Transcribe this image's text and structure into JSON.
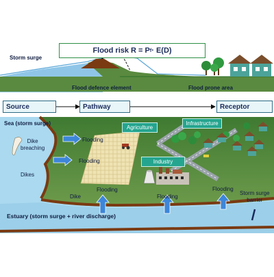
{
  "top_panel": {
    "formula_prefix": "Flood risk R = P",
    "formula_sub": "f",
    "formula_suffix": " · E(D)",
    "storm_surge": "Storm surge",
    "flood_defence_element": "Flood defence element",
    "flood_prone_area": "Flood prone area"
  },
  "chain": {
    "source": "Source",
    "pathway": "Pathway",
    "receptor": "Receptor"
  },
  "map": {
    "sea": "Sea (storm surge)",
    "dike_breaching": "Dike\nbreaching",
    "dikes": "Dikes",
    "dike": "Dike",
    "flooding": "Flooding",
    "agriculture": "Agriculture",
    "infrastructure": "Infrastructure",
    "industry": "Industry",
    "storm_surge_barrier": "Storm surge\nbarrier",
    "estuary": "Estuary (storm surge + river discharge)"
  },
  "colors": {
    "sea": "#a9d8f0",
    "land": "#4f7f3b",
    "dike": "#7a3a12",
    "tag": "#25a58f",
    "arrow": "#3d86d9",
    "formula_border": "#2f8f45"
  }
}
